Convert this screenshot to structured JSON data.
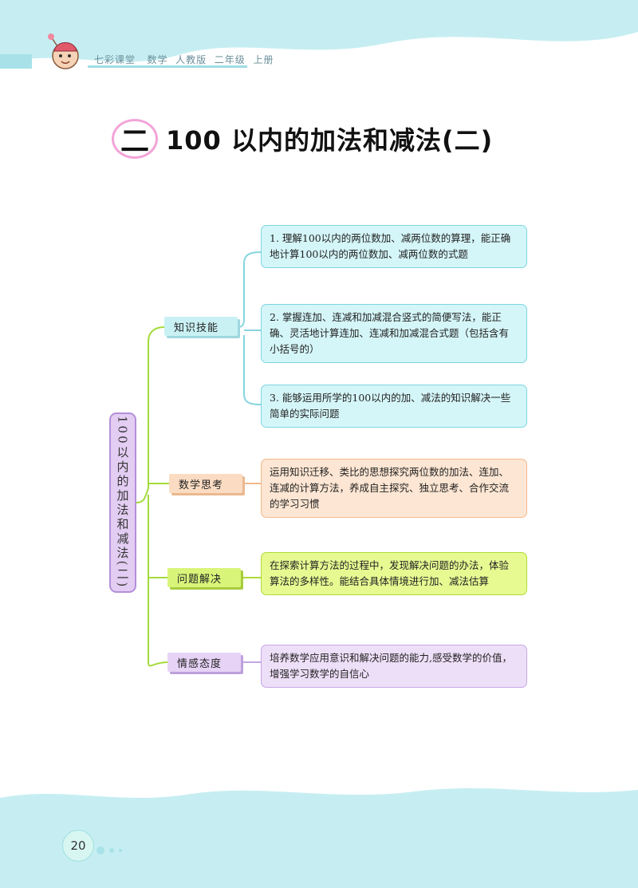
{
  "header": {
    "series": "七彩课堂",
    "subject": "数学",
    "edition": "人教版",
    "grade": "二年级",
    "volume": "上册"
  },
  "title": {
    "unit_number": "二",
    "unit_title": "100 以内的加法和减法(二)"
  },
  "mindmap": {
    "root": "100以内的加法和减法(二)",
    "branches": [
      {
        "label": "知识技能",
        "items": [
          "1. 理解100以内的两位数加、减两位数的算理，能正确地计算100以内的两位数加、减两位数的式题",
          "2. 掌握连加、连减和加减混合竖式的简便写法，能正确、灵活地计算连加、连减和加减混合式题（包括含有小括号的）",
          "3. 能够运用所学的100以内的加、减法的知识解决一些简单的实际问题"
        ]
      },
      {
        "label": "数学思考",
        "items": [
          "运用知识迁移、类比的思想探究两位数的加法、连加、连减的计算方法，养成自主探究、独立思考、合作交流的学习习惯"
        ]
      },
      {
        "label": "问题解决",
        "items": [
          "在探索计算方法的过程中，发现解决问题的办法，体验算法的多样性。能结合具体情境进行加、减法估算"
        ]
      },
      {
        "label": "情感态度",
        "items": [
          "培养数学应用意识和解决问题的能力,感受数学的价值，增强学习数学的自信心"
        ]
      }
    ]
  },
  "footer": {
    "page_number": "20"
  },
  "colors": {
    "wave": "#c6eef2",
    "cyan": "#d5f6f9",
    "orange": "#fde6d3",
    "green": "#e7fa92",
    "purple": "#eedff8",
    "connector": "#a3db3a"
  }
}
